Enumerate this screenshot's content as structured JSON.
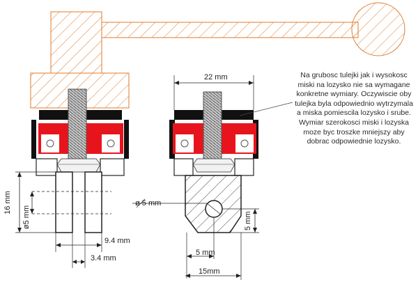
{
  "diagram": {
    "dimensions": {
      "width_top": "22 mm",
      "height_left": "16 mm",
      "hole_diameter_left": "ø5 mm",
      "prong_length": "9.4 mm",
      "prong_gap": "3.4 mm",
      "hole_diameter_right": "ø 5 mm",
      "offset_bottom": "5 mm",
      "offset_right": "5 mm",
      "width_bottom": "15mm"
    },
    "note": "Na grubosc tulejki jak i wysokosc miski na lozysko nie sa wymagane konkretne wymiary. Oczywiscie oby tulejka byla odpowiednio wytrzymala a miska pomiescila lozysko i srube. Wymiar szerokosci miski i lozyska moze byc troszke mniejszy aby dobrac odpowiednie lozysko.",
    "colors": {
      "bearing_red": "#e8141d",
      "part_outline": "#e07a2a",
      "hatch": "#e07a2a",
      "steel": "#000000",
      "bolt": "#9a9a9a"
    }
  }
}
